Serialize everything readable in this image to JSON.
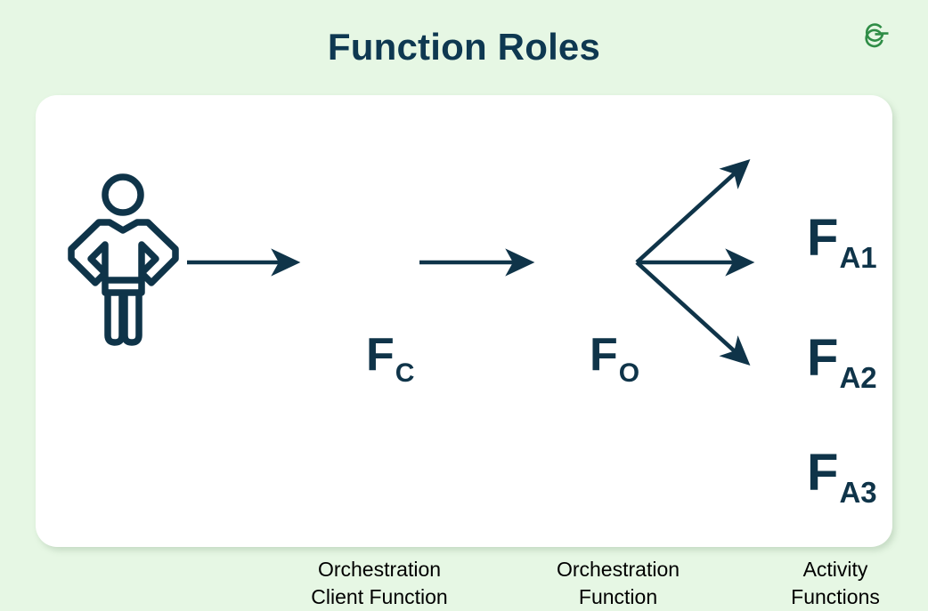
{
  "page": {
    "title": "Function Roles",
    "background_color": "#e6f7e4",
    "card_color": "#ffffff",
    "accent_navy": "#0f3449",
    "brand_green": "#2f8d46"
  },
  "logo": {
    "name": "geeksforgeeks-logo",
    "alt": "GG"
  },
  "diagram": {
    "actor": {
      "icon": "person-icon"
    },
    "nodes": [
      {
        "id": "client",
        "base": "F",
        "subscript": "C",
        "caption": "Orchestration\nClient Function"
      },
      {
        "id": "orchestrator",
        "base": "F",
        "subscript": "O",
        "caption": "Orchestration\nFunction"
      },
      {
        "id": "activity-1",
        "base": "F",
        "subscript": "A1"
      },
      {
        "id": "activity-2",
        "base": "F",
        "subscript": "A2"
      },
      {
        "id": "activity-3",
        "base": "F",
        "subscript": "A3"
      }
    ],
    "activity_caption": "Activity\nFunctions",
    "arrows": [
      {
        "id": "actor-to-client",
        "from": "actor",
        "to": "client",
        "direction": "right"
      },
      {
        "id": "client-to-orchestrator",
        "from": "client",
        "to": "orchestrator",
        "direction": "right"
      },
      {
        "id": "orchestrator-to-activity-1",
        "from": "orchestrator",
        "to": "activity-1",
        "direction": "up-right"
      },
      {
        "id": "orchestrator-to-activity-2",
        "from": "orchestrator",
        "to": "activity-2",
        "direction": "right"
      },
      {
        "id": "orchestrator-to-activity-3",
        "from": "orchestrator",
        "to": "activity-3",
        "direction": "down-right"
      }
    ]
  }
}
